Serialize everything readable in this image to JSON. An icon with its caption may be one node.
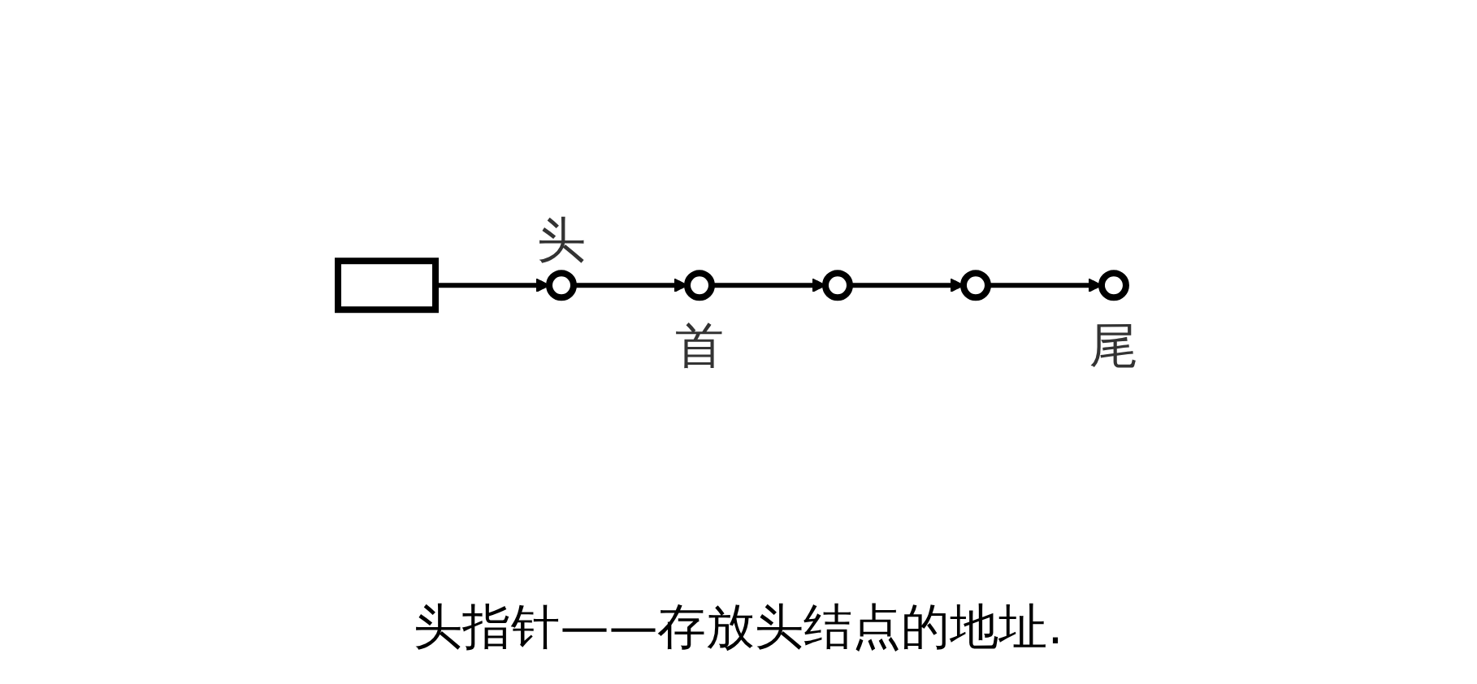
{
  "diagram": {
    "caption": "头指针——存放头结点的地址.",
    "nodes": [
      {
        "text": [],
        "shape": "box"
      },
      {
        "text": [],
        "shape": "circle",
        "beside": [
          "头"
        ]
      },
      {
        "text": [],
        "shape": "circle",
        "beside": [
          "首"
        ]
      },
      {
        "text": [],
        "shape": "circle"
      },
      {
        "text": [],
        "shape": "circle"
      },
      {
        "text": [],
        "shape": "circle",
        "beside": [
          "尾"
        ]
      }
    ],
    "edges": [
      {
        "from": 0,
        "to": 1,
        "arrow": "to"
      },
      {
        "from": 1,
        "to": 2,
        "arrow": "to"
      },
      {
        "from": 2,
        "to": 3,
        "arrow": "to"
      },
      {
        "from": 3,
        "to": 4,
        "arrow": "to"
      },
      {
        "from": 4,
        "to": 5,
        "arrow": "to"
      }
    ]
  }
}
